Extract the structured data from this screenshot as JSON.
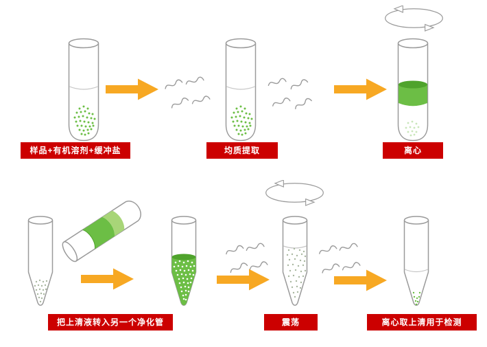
{
  "diagram": {
    "steps": [
      {
        "label": "样品+有机溶剂+缓冲盐"
      },
      {
        "label": "均质提取"
      },
      {
        "label": "离心"
      },
      {
        "label": "把上清液转入另一个净化管"
      },
      {
        "label": "震荡"
      },
      {
        "label": "离心取上清用于检测"
      }
    ],
    "colors": {
      "label_bg": "#cc0000",
      "label_text": "#ffffff",
      "arrow": "#f7a823",
      "green": "#6cbe45",
      "green_dark": "#4fa32c",
      "green_light": "#a8d578",
      "tube_outline": "#9a9a9a"
    },
    "icons": {
      "arrow": "right-block-arrow",
      "rotation": "spin-ellipse-arrows",
      "shake": "wave-squiggle",
      "tube": "test-tube"
    }
  }
}
